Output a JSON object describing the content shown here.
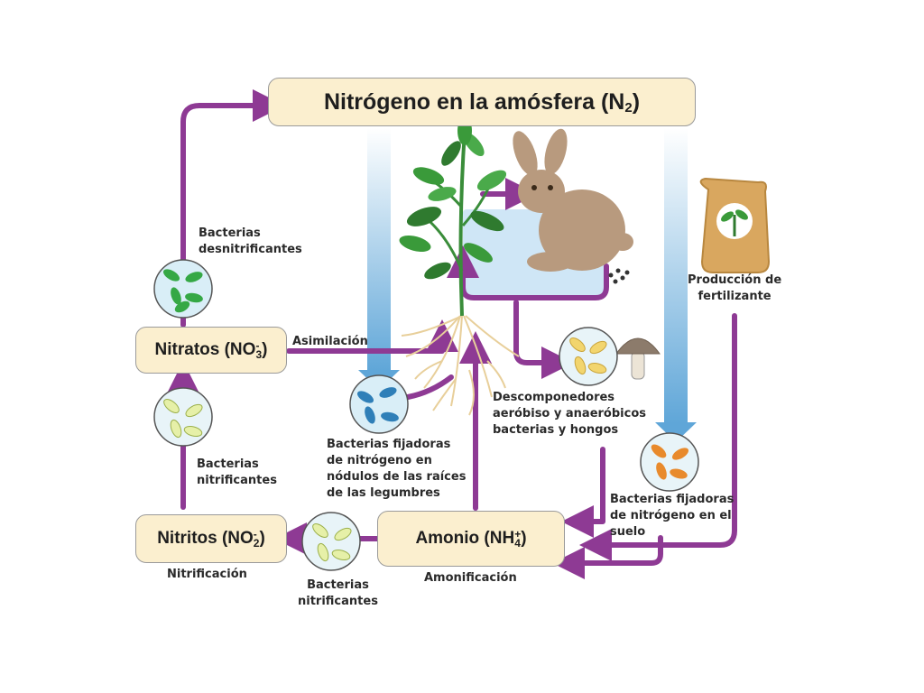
{
  "title_box": {
    "text": "Nitrógeno en la amósfera (N",
    "sub": "2",
    "close": ")"
  },
  "nitratos_box": {
    "text": "Nitratos (NO",
    "sub": "3",
    "sup": "-",
    "close": ")"
  },
  "nitritos_box": {
    "text": "Nitritos (NO",
    "sub": "2",
    "sup": "-",
    "close": ")"
  },
  "amonio_box": {
    "text": "Amonio (NH",
    "sub": "4",
    "sup": "+",
    "close": ")"
  },
  "labels": {
    "desnitrificantes": [
      "Bacterias",
      "desnitrificantes"
    ],
    "asimilacion": "Asimilación",
    "nitrificantes_left": [
      "Bacterias",
      "nitrificantes"
    ],
    "nitrificacion": "Nitrificación",
    "nitrificantes_bottom": [
      "Bacterias",
      "nitrificantes"
    ],
    "amonificacion": "Amonificación",
    "fijadoras_raices": [
      "Bacterias fijadoras",
      "de nitrógeno en",
      "nódulos de las raíces",
      "de las legumbres"
    ],
    "descomponedores": [
      "Descomponedores",
      "aeróbiso y anaeróbicos",
      "bacterias y hongos"
    ],
    "fijadoras_suelo": [
      "Bacterias fijadoras",
      "de nitrógeno en el",
      "suelo"
    ],
    "fertilizante": [
      "Producción de",
      "fertilizante"
    ]
  },
  "colors": {
    "arrow": "#8e3a94",
    "box_fill": "#fbefcf",
    "blue_arrow": "#6fb0dd",
    "panel": "#cfe6f6",
    "rabbit": "#b89a7e",
    "bacteria_green": "#35a845",
    "bacteria_lime": "#e6f0a8",
    "bacteria_blue": "#2f7fb8",
    "bacteria_orange": "#e88a2c",
    "bacteria_yellow": "#f2d56e",
    "bag": "#d9a75f",
    "leaf": "#3a8d3a"
  },
  "icons": {
    "plant": "plant-icon",
    "rabbit": "rabbit-icon",
    "fertilizer": "fertilizer-bag-icon",
    "mushroom": "mushroom-icon",
    "droppings": "droppings-icon",
    "roots": "roots-icon"
  }
}
